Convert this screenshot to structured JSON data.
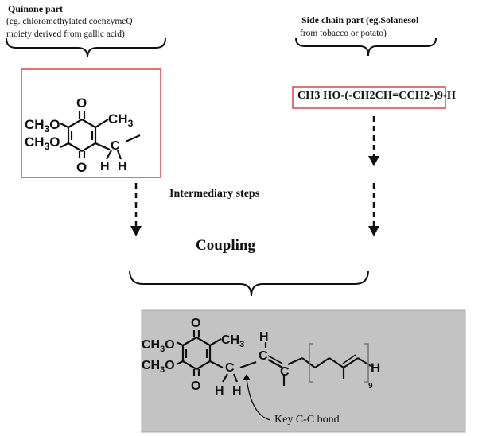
{
  "quinone": {
    "title": "Quinone part",
    "line1": "(eg. chloromethylated coenzymeQ",
    "line2": "moiety derived from gallic acid)"
  },
  "side_chain": {
    "title": "Side chain part (eg.Solanesol",
    "line2": "from tobacco or potato)",
    "formula": "CH3 HO-(-CH2CH=CCH2-)9-H"
  },
  "labels": {
    "intermediary": "Intermediary steps",
    "coupling": "Coupling",
    "key_bond": "Key C-C bond"
  },
  "colors": {
    "box_border": "#e0414b",
    "product_bg": "#c3c3c3"
  }
}
